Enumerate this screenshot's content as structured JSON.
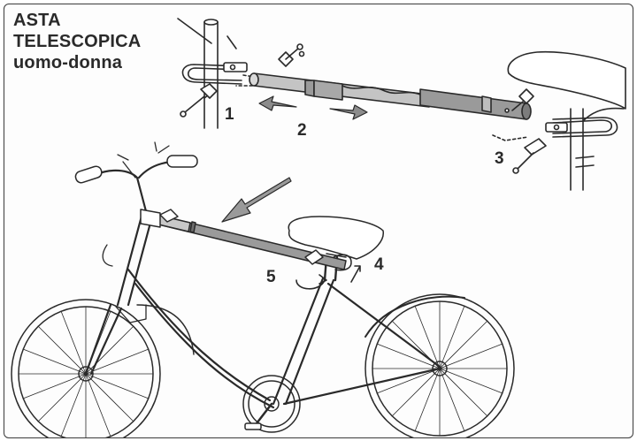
{
  "title": {
    "line1": "ASTA",
    "line2": "TELESCOPICA",
    "line3": "uomo-donna"
  },
  "steps": {
    "s1": "1",
    "s2": "2",
    "s3": "3",
    "s4": "4",
    "s5": "5"
  },
  "colors": {
    "ink": "#2a2a2a",
    "bar_fill": "#9a9a9a",
    "bar_light": "#c8c8c8",
    "arrow_fill": "#8c8c8c"
  }
}
